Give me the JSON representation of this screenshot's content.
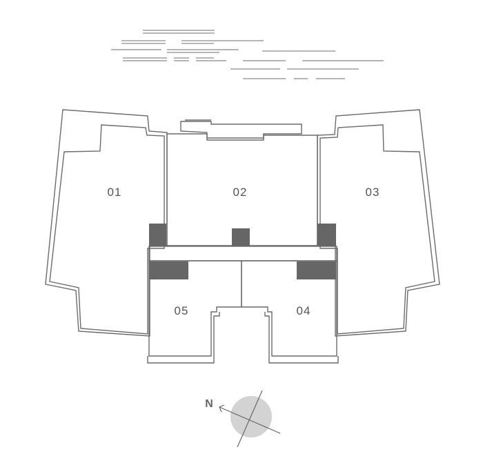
{
  "units": [
    {
      "id": "unit-01",
      "label": "01"
    },
    {
      "id": "unit-02",
      "label": "02"
    },
    {
      "id": "unit-03",
      "label": "03"
    },
    {
      "id": "unit-04",
      "label": "04"
    },
    {
      "id": "unit-05",
      "label": "05"
    }
  ],
  "compass": {
    "label": "N",
    "disc_color": "#d3d3d3",
    "icon": "compass-icon"
  },
  "colors": {
    "outline": "#6a6a6a",
    "core": "#666666",
    "text": "#555555"
  }
}
